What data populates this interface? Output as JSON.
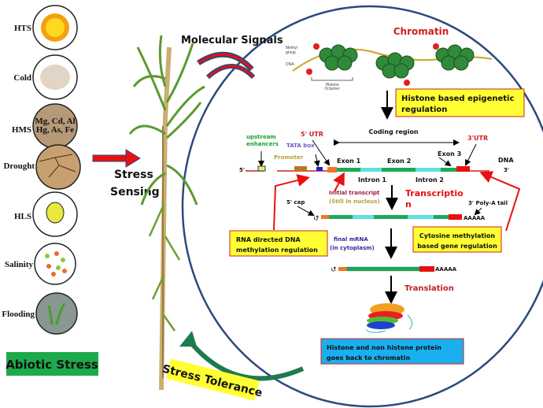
{
  "stresses": [
    {
      "label": "HTS",
      "icon": "sun-icon"
    },
    {
      "label": "Cold",
      "icon": "ice-icon"
    },
    {
      "label": "HMS",
      "icon": "heavy-metal-icon",
      "inner_line1": "Mg, Cd, Al",
      "inner_line2": "Hg, As, Fe"
    },
    {
      "label": "Drought",
      "icon": "cracked-soil-icon"
    },
    {
      "label": "HLS",
      "icon": "light-bulb-icon"
    },
    {
      "label": "Salinity",
      "icon": "salt-crystal-icon"
    },
    {
      "label": "Flooding",
      "icon": "flooded-plant-icon"
    }
  ],
  "abiotic_stress": "Abiotic Stress",
  "stress_sensing": [
    "Stress",
    "Sensing"
  ],
  "molecular_signals": "Molecular  Signals",
  "stress_tolerance": "Stress Tolerance",
  "chromatin": {
    "title": "Chromatin",
    "methyl_group": [
      "Methyl",
      "group"
    ],
    "dna": "DNA",
    "histone_octamer": [
      "Histone",
      "Octamer"
    ]
  },
  "histone_box": [
    "Histone based epigenetic",
    "regulation"
  ],
  "gene": {
    "coding_region": "Coding region",
    "upstream_enhancers": [
      "upstream",
      "enhancers"
    ],
    "tata_box": "TATA box",
    "promoter": "Promoter",
    "utr5": "5' UTR",
    "utr3": "3'UTR",
    "exon1": "Exon 1",
    "exon2": "Exon 2",
    "exon3": "Exon 3",
    "intron1": "Intron 1",
    "intron2": "Intron 2",
    "dna": "DNA",
    "end5": "5'",
    "end3": "3'"
  },
  "transcription": {
    "initial": [
      "Initial transcript",
      "(Still in nucleus)"
    ],
    "label": [
      "Transcriptio",
      "n"
    ],
    "cap": "5' cap",
    "polya": "3' Poly-A tail",
    "aaaaa": "AAAAA"
  },
  "rna_box": [
    "RNA directed DNA",
    "methylation regulation"
  ],
  "cytosine_box": [
    "Cytosine  methylation",
    "based gene regulation"
  ],
  "final_mrna": [
    "final mRNA",
    "(in cytoplasm)"
  ],
  "translation": "Translation",
  "protein_box": [
    "Histone and non histone protein",
    "goes back to chromatin"
  ],
  "colors": {
    "orange": "#f07820",
    "green": "#1ca85a",
    "cyan": "#5fe0e0",
    "red": "#e81010",
    "yellow": "#ffff33",
    "blue_box": "#1ab0f0",
    "ellipse": "#2c4a7c",
    "abiotic": "#1daa4a"
  }
}
